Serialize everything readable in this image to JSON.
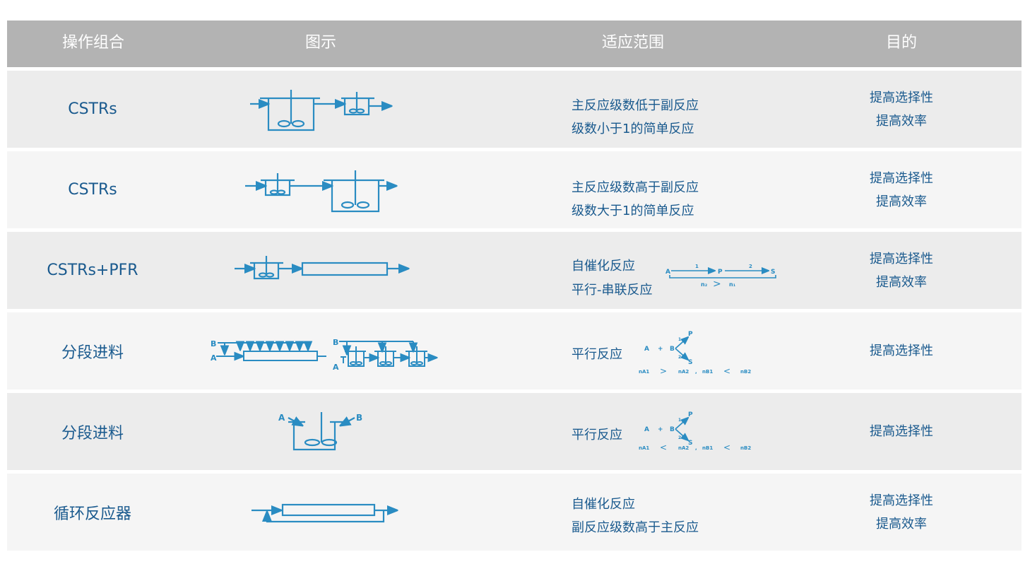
{
  "header": {
    "col_operation": "操作组合",
    "col_diagram": "图示",
    "col_range": "适应范围",
    "col_goal": "目的"
  },
  "rows": [
    {
      "operation": "CSTRs",
      "range": [
        "主反应级数低于副反应",
        "级数小于1的简单反应"
      ],
      "goal": [
        "提高选择性",
        "提高效率"
      ]
    },
    {
      "operation": "CSTRs",
      "range": [
        "主反应级数高于副反应",
        "级数大于1的简单反应"
      ],
      "goal": [
        "提高选择性",
        "提高效率"
      ]
    },
    {
      "operation": "CSTRs+PFR",
      "range": [
        "自催化反应",
        "平行-串联反应"
      ],
      "goal": [
        "提高选择性",
        "提高效率"
      ],
      "scheme": {
        "a": "A",
        "p": "P",
        "s": "S",
        "k1": "1",
        "k2": "2",
        "n_left": "n₂",
        "cmp": ">",
        "n_right": "n₁"
      }
    },
    {
      "operation": "分段进料",
      "range": [
        "平行反应"
      ],
      "goal": [
        "提高选择性"
      ],
      "scheme": {
        "a": "A",
        "plus": "+",
        "b": "B",
        "p": "P",
        "s": "S",
        "k1": "1",
        "k2": "2",
        "n1": "nA1",
        "c1": ">",
        "n2": "nA2",
        "sep": ",",
        "n3": "nB1",
        "c2": "<",
        "n4": "nB2"
      },
      "labels": {
        "b1": "B",
        "a1": "A",
        "b2": "B",
        "a2": "A"
      }
    },
    {
      "operation": "分段进料",
      "range": [
        "平行反应"
      ],
      "goal": [
        "提高选择性"
      ],
      "scheme": {
        "a": "A",
        "plus": "+",
        "b": "B",
        "p": "P",
        "s": "S",
        "k1": "1",
        "k2": "2",
        "n1": "nA1",
        "c1": "<",
        "n2": "nA2",
        "sep": ",",
        "n3": "nB1",
        "c2": "<",
        "n4": "nB2"
      },
      "labels": {
        "a": "A",
        "b": "B"
      }
    },
    {
      "operation": "循环反应器",
      "range": [
        "自催化反应",
        "副反应级数高于主反应"
      ],
      "goal": [
        "提高选择性",
        "提高效率"
      ]
    }
  ],
  "colors": {
    "header_bg": "#b3b3b3",
    "text": "#1a5a8e",
    "diagram": "#2a8cc2"
  },
  "icons": {
    "reactor": "stirred-tank-reactor-icon",
    "pfr": "tubular-reactor-icon"
  }
}
